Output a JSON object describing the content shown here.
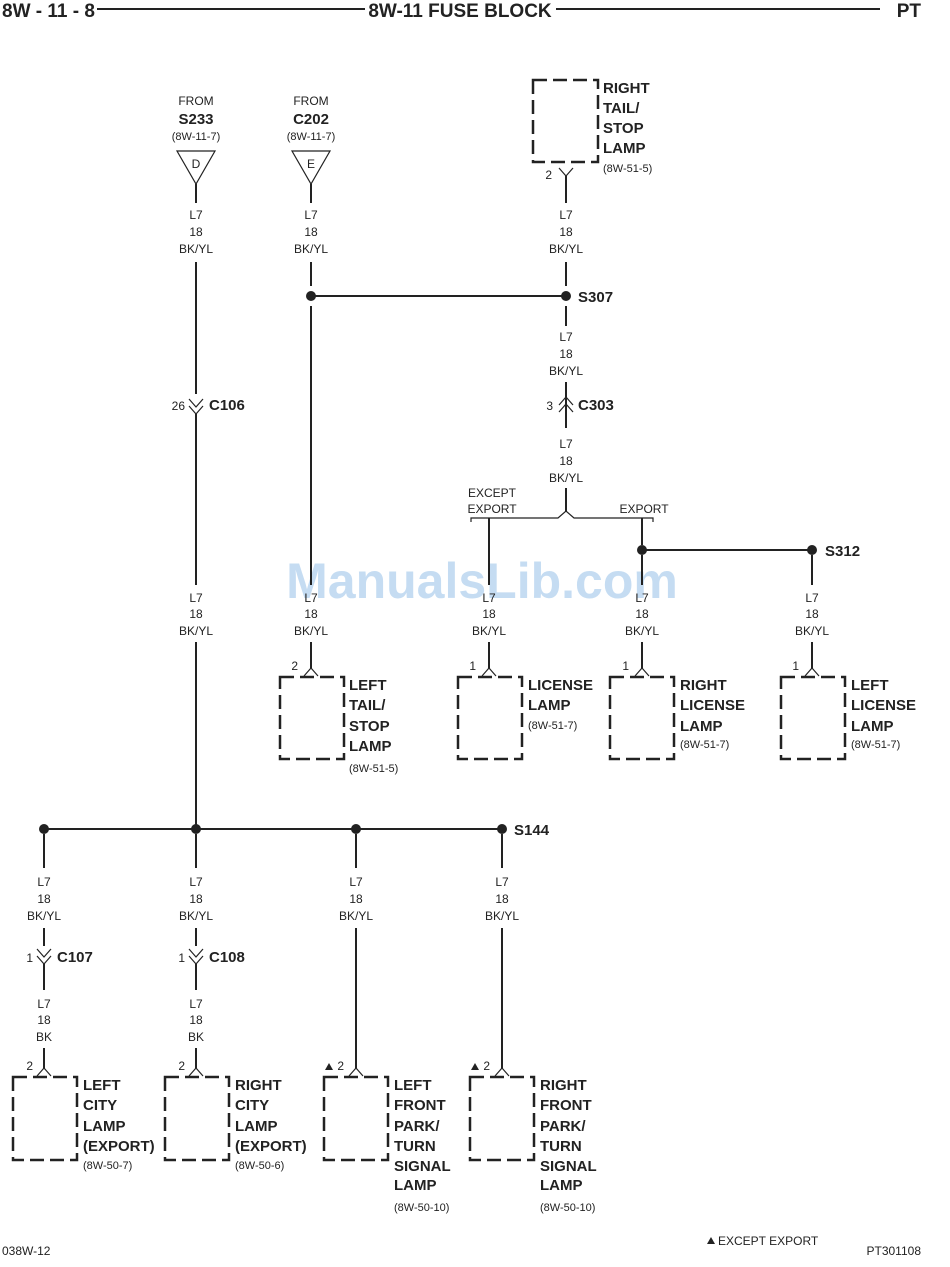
{
  "header": {
    "page": "8W - 11 - 8",
    "title": "8W-11 FUSE BLOCK",
    "model": "PT"
  },
  "wire": {
    "circuit": "L7",
    "gauge": "18",
    "color": "BK/YL",
    "color_bk": "BK"
  },
  "sources": [
    {
      "from": "FROM",
      "splice": "S233",
      "ref": "(8W-11-7)",
      "letter": "D"
    },
    {
      "from": "FROM",
      "splice": "C202",
      "ref": "(8W-11-7)",
      "letter": "E"
    }
  ],
  "splices": {
    "s307": "S307",
    "s312": "S312",
    "s144": "S144"
  },
  "connectors": {
    "c106": {
      "name": "C106",
      "pin": "26"
    },
    "c303": {
      "name": "C303",
      "pin": "3"
    },
    "c107": {
      "name": "C107",
      "pin": "1"
    },
    "c108": {
      "name": "C108",
      "pin": "1"
    }
  },
  "branch_labels": {
    "except_export_1": "EXCEPT",
    "except_export_2": "EXPORT",
    "export": "EXPORT"
  },
  "components": {
    "right_tail": {
      "lines": [
        "RIGHT",
        "TAIL/",
        "STOP",
        "LAMP"
      ],
      "ref": "(8W-51-5)",
      "pin": "2"
    },
    "left_tail": {
      "lines": [
        "LEFT",
        "TAIL/",
        "STOP",
        "LAMP"
      ],
      "ref": "(8W-51-5)",
      "pin": "2"
    },
    "license": {
      "lines": [
        "LICENSE",
        "LAMP"
      ],
      "ref": "(8W-51-7)",
      "pin": "1"
    },
    "right_license": {
      "lines": [
        "RIGHT",
        "LICENSE",
        "LAMP"
      ],
      "ref": "(8W-51-7)",
      "pin": "1"
    },
    "left_license": {
      "lines": [
        "LEFT",
        "LICENSE",
        "LAMP"
      ],
      "ref": "(8W-51-7)",
      "pin": "1"
    },
    "left_city": {
      "lines": [
        "LEFT",
        "CITY",
        "LAMP",
        "(EXPORT)"
      ],
      "ref": "(8W-50-7)",
      "pin": "2"
    },
    "right_city": {
      "lines": [
        "RIGHT",
        "CITY",
        "LAMP",
        "(EXPORT)"
      ],
      "ref": "(8W-50-6)",
      "pin": "2"
    },
    "left_front": {
      "lines": [
        "LEFT",
        "FRONT",
        "PARK/",
        "TURN",
        "SIGNAL",
        "LAMP"
      ],
      "ref": "(8W-50-10)",
      "pin": "2"
    },
    "right_front": {
      "lines": [
        "RIGHT",
        "FRONT",
        "PARK/",
        "TURN",
        "SIGNAL",
        "LAMP"
      ],
      "ref": "(8W-50-10)",
      "pin": "2"
    }
  },
  "footer": {
    "left": "038W-12",
    "note": "EXCEPT EXPORT",
    "right": "PT301108"
  },
  "watermark": "ManualsLib.com"
}
